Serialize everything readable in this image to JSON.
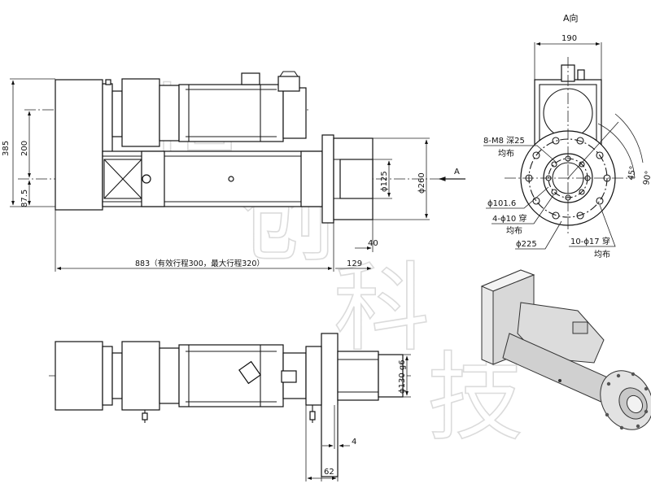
{
  "view_label": "A向",
  "section_arrow_label": "A",
  "watermark": "恒创科技",
  "dimensions": {
    "width_top_view": "190",
    "height_overall": "385",
    "height_200": "200",
    "height_87_5": "87.5",
    "dia_125": "ϕ125",
    "dia_260": "ϕ260",
    "len_40": "40",
    "len_883": "883（有效行程300，最大行程320）",
    "len_129": "129",
    "dia_130_g6": "ϕ130 g6",
    "len_4": "4",
    "len_62": "62"
  },
  "flange_notes": {
    "tapped_holes_line1": "8-M8 深25",
    "tapped_holes_line2": "均布",
    "bcd_101_6": "ϕ101.6",
    "holes_4_line1": "4-ϕ10 穿",
    "holes_4_line2": "均布",
    "bcd_225": "ϕ225",
    "holes_10_line1": "10-ϕ17 穿",
    "holes_10_line2": "均布",
    "angle_45": "45°",
    "angle_90": "90°"
  }
}
